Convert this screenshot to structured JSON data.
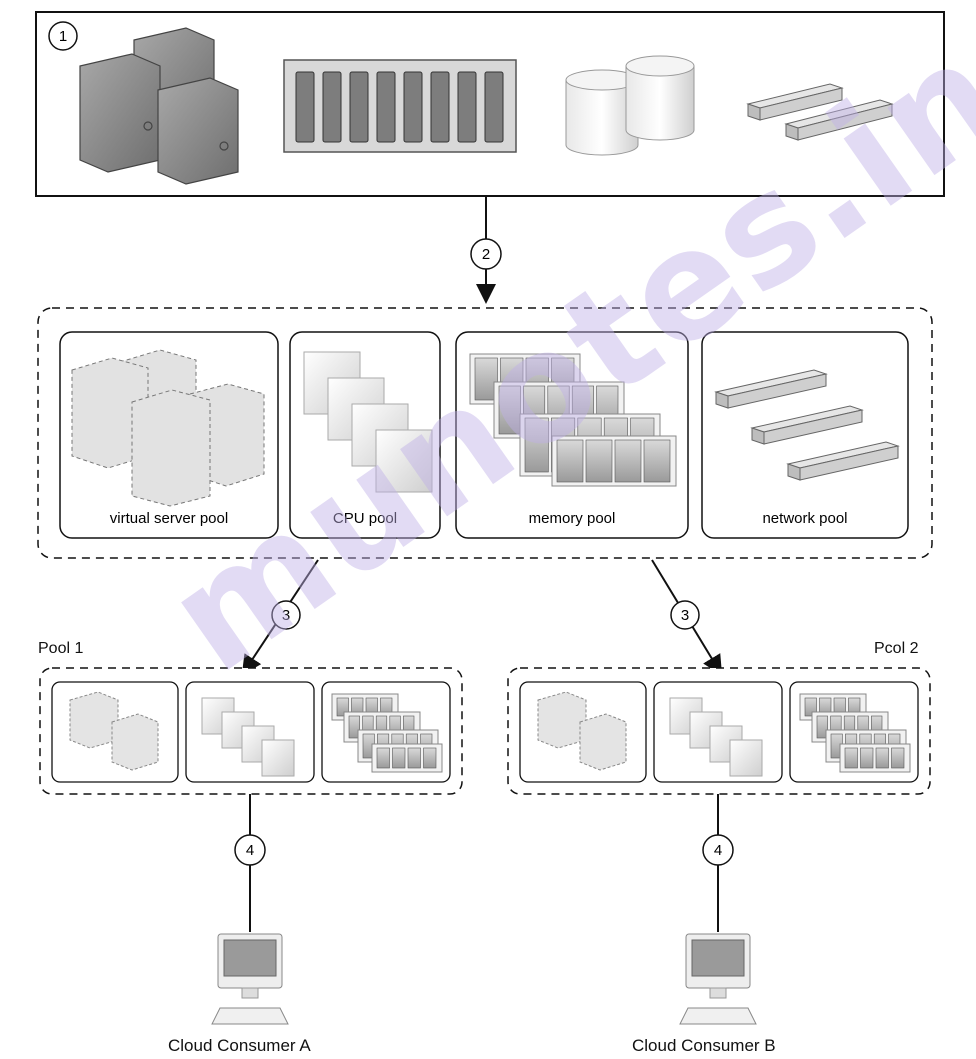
{
  "steps": [
    "1",
    "2",
    "3",
    "3",
    "4",
    "4"
  ],
  "pool_labels": {
    "virtual_server": "virtual server pool",
    "cpu": "CPU pool",
    "memory": "memory pool",
    "network": "network pool"
  },
  "allocations": {
    "pool1": "Pool 1",
    "pool2": "Pcol 2"
  },
  "consumers": {
    "a": "Cloud Consumer A",
    "b": "Cloud Consumer B"
  },
  "watermark": "munotes.in",
  "colors": {
    "line": "#111111",
    "hardware_gray": "#8f8f8f",
    "watermark": "#c8b8ee"
  }
}
